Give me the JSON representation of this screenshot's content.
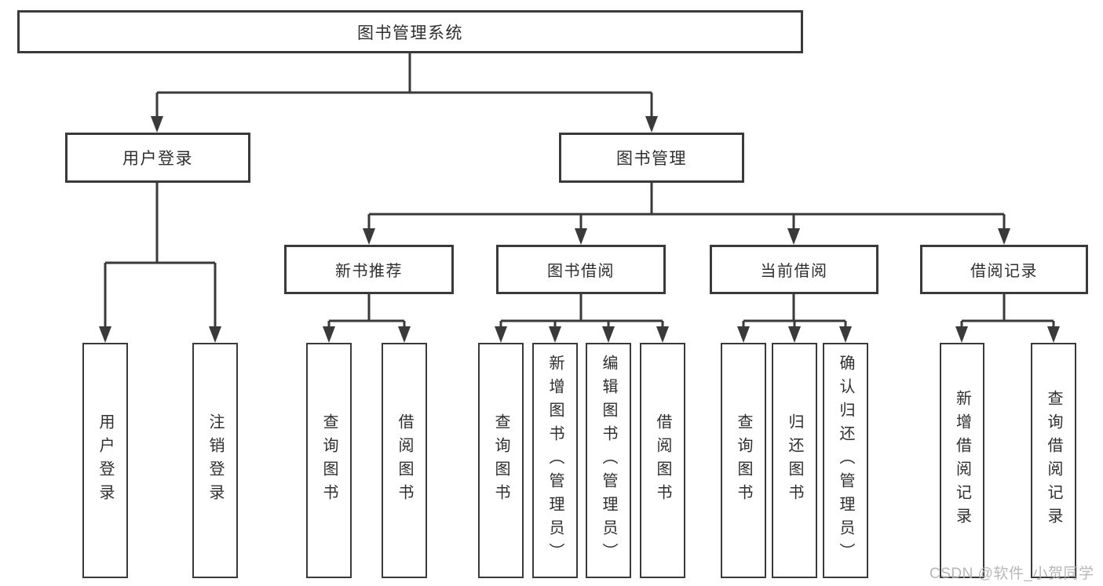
{
  "colors": {
    "line": "#3a3a3a",
    "text": "#2e2e2e",
    "watermark": "#b0b0b0",
    "background": "#ffffff"
  },
  "watermark": {
    "text": "CSDN @软件_小贺同学"
  },
  "diagram": {
    "root": {
      "label": "图书管理系统"
    },
    "branches": {
      "user_login": {
        "label": "用户登录",
        "children": [
          "用户登录",
          "注销登录"
        ]
      },
      "book_management": {
        "label": "图书管理",
        "sections": [
          {
            "label": "新书推荐",
            "children": [
              "查询图书",
              "借阅图书"
            ]
          },
          {
            "label": "图书借阅",
            "children": [
              "查询图书",
              "新增图书（管理员）",
              "编辑图书（管理员）",
              "借阅图书"
            ]
          },
          {
            "label": "当前借阅",
            "children": [
              "查询图书",
              "归还图书",
              "确认归还（管理员）"
            ]
          },
          {
            "label": "借阅记录",
            "children": [
              "新增借阅记录",
              "查询借阅记录"
            ]
          }
        ]
      }
    }
  }
}
